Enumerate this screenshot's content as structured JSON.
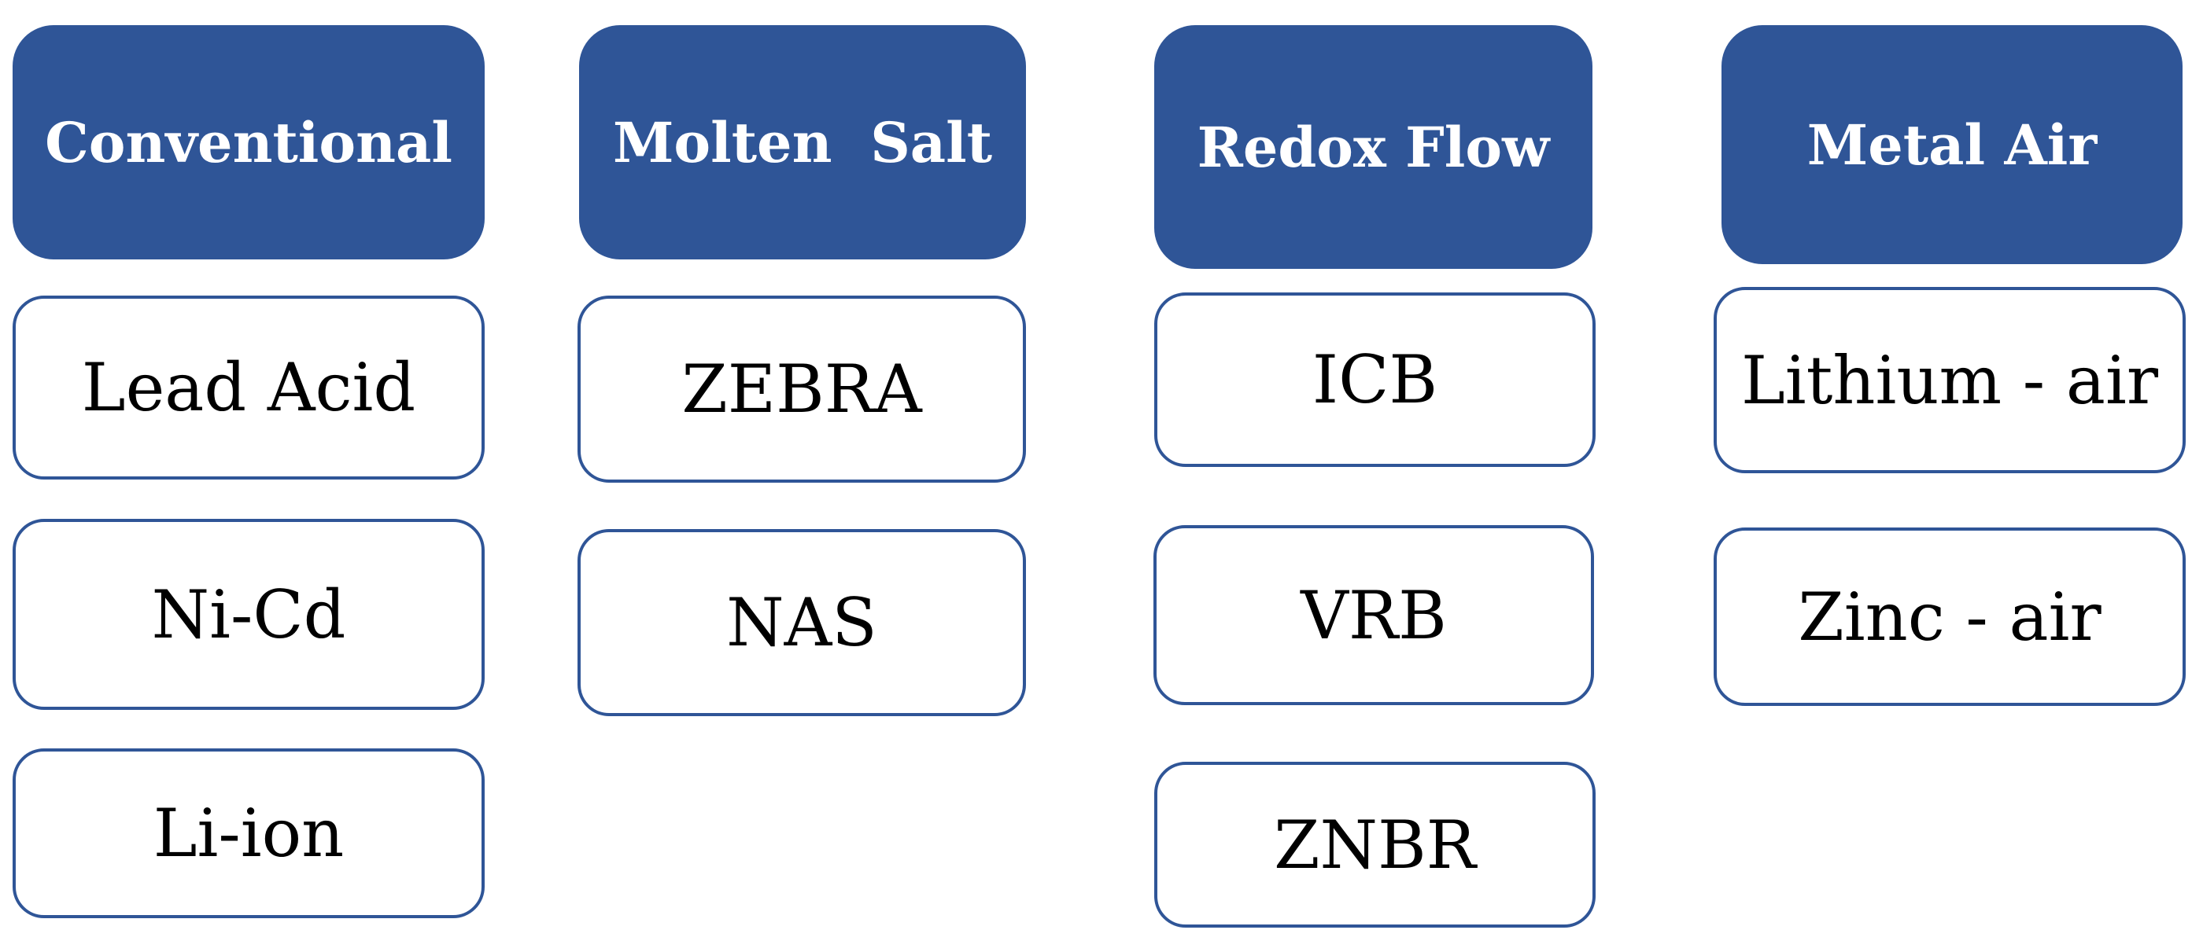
{
  "colors": {
    "header_fill": "#2f5597",
    "item_border": "#2f5597",
    "header_text": "#ffffff",
    "item_text": "#000000"
  },
  "columns": [
    {
      "header": "Conventional",
      "items": [
        "Lead Acid",
        "Ni-Cd",
        "Li-ion"
      ]
    },
    {
      "header": "Molten  Salt",
      "items": [
        "ZEBRA",
        "NAS"
      ]
    },
    {
      "header": "Redox Flow",
      "items": [
        "ICB",
        "VRB",
        "ZNBR"
      ]
    },
    {
      "header": "Metal Air",
      "items": [
        "Lithium - air",
        "Zinc - air"
      ]
    }
  ]
}
